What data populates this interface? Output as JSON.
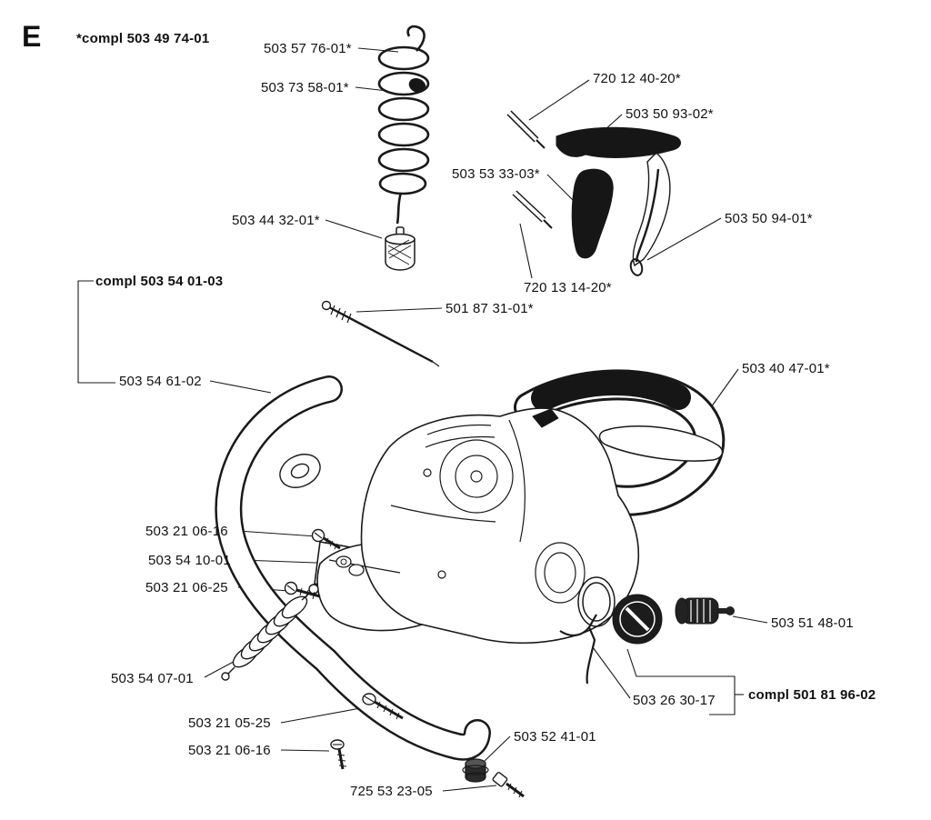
{
  "page": {
    "section_letter": "E",
    "background_color": "#ffffff",
    "ink_color": "#1a1a1a"
  },
  "labels": [
    {
      "text": "*compl 503 49 74-01",
      "bold": true
    },
    {
      "text": "503 57 76-01*",
      "bold": false
    },
    {
      "text": "503 73 58-01*",
      "bold": false
    },
    {
      "text": "720 12 40-20*",
      "bold": false
    },
    {
      "text": "503 50 93-02*",
      "bold": false
    },
    {
      "text": "503 53 33-03*",
      "bold": false
    },
    {
      "text": "503 50 94-01*",
      "bold": false
    },
    {
      "text": "503 44 32-01*",
      "bold": false
    },
    {
      "text": "compl 503 54 01-03",
      "bold": true
    },
    {
      "text": "720 13 14-20*",
      "bold": false
    },
    {
      "text": "501 87 31-01*",
      "bold": false
    },
    {
      "text": "503 54 61-02",
      "bold": false
    },
    {
      "text": "503 40 47-01*",
      "bold": false
    },
    {
      "text": "503 21 06-16",
      "bold": false
    },
    {
      "text": "503 54 10-01",
      "bold": false
    },
    {
      "text": "503 21 06-25",
      "bold": false
    },
    {
      "text": "503 51 48-01",
      "bold": false
    },
    {
      "text": "503 54 07-01",
      "bold": false
    },
    {
      "text": "503 26 30-17",
      "bold": false
    },
    {
      "text": "compl 501 81 96-02",
      "bold": true
    },
    {
      "text": "503 21 05-25",
      "bold": false
    },
    {
      "text": "503 21 06-16",
      "bold": false
    },
    {
      "text": "503 52 41-01",
      "bold": false
    },
    {
      "text": "725 53 23-05",
      "bold": false
    }
  ]
}
